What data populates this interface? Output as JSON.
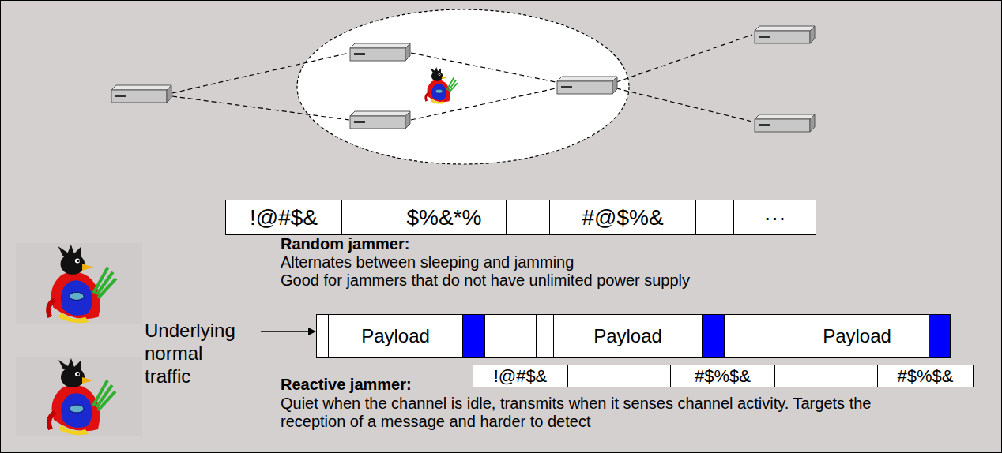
{
  "diagram": {
    "labels": [
      "!@#$&",
      "$%&*%",
      "#@$%&",
      "···",
      "Random jammer:",
      "Alternates between sleeping and jamming",
      "Good for jammers that do not have unlimited power supply",
      "Underlying normal traffic",
      "Payload",
      "Payload",
      "Payload",
      "Reactive jammer:",
      "!@#$&",
      "#$%$&",
      "#$%$&",
      "Quiet when the channel is idle, transmits when it senses channel activity. Targets the reception of a message and harder to detect"
    ]
  }
}
